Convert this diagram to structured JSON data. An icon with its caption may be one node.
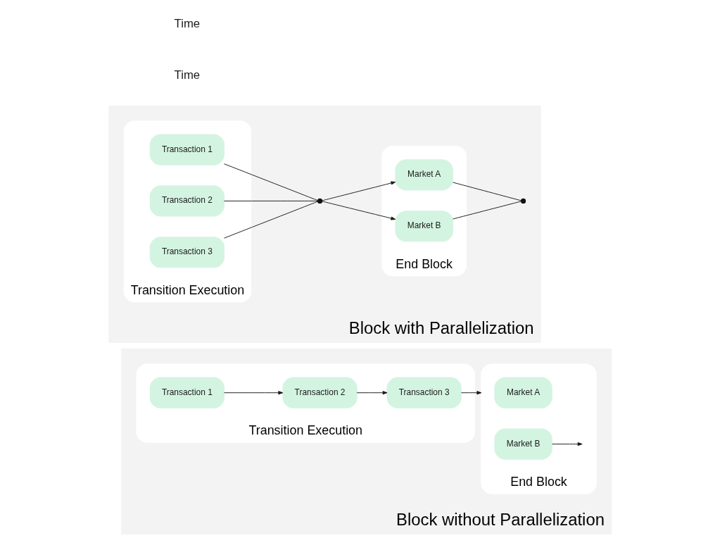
{
  "diagram": {
    "nodes": [
      {
        "text": [
          "Block without Parallelization"
        ]
      },
      {
        "text": [
          "Transition Execution"
        ],
        "in": 0
      },
      {
        "text": [
          "Transaction 1"
        ],
        "in": 1
      },
      {
        "text": [
          "Transaction 2"
        ],
        "in": 1
      },
      {
        "text": [
          "Transaction 3"
        ],
        "in": 1
      },
      {
        "text": [
          "End Block"
        ],
        "in": 0
      },
      {
        "text": [
          "Market A"
        ],
        "in": 5
      },
      {
        "text": [
          "Market B"
        ],
        "in": 5
      },
      {
        "text": [
          "Block with Parallelization"
        ]
      },
      {
        "text": [
          "Transition Execution"
        ],
        "in": 8
      },
      {
        "text": [
          "Transaction 1"
        ],
        "in": 9
      },
      {
        "text": [
          "Transaction 2"
        ],
        "in": 9
      },
      {
        "text": [
          "Transaction 3"
        ],
        "in": 9
      },
      {
        "text": [],
        "shape": "circle",
        "in": 8
      },
      {
        "text": [
          "End Block"
        ],
        "in": 8
      },
      {
        "text": [
          "Market A"
        ],
        "in": 14
      },
      {
        "text": [
          "Market B"
        ],
        "in": 14
      },
      {
        "text": [],
        "shape": "circle",
        "in": 8
      }
    ],
    "edges": [
      {
        "from": 2,
        "to": 3,
        "arrow": "to"
      },
      {
        "from": 3,
        "to": 4,
        "arrow": "to"
      },
      {
        "from": 4,
        "to": 5,
        "arrow": "to"
      },
      {
        "from": 7,
        "to": null,
        "arrow": "to"
      },
      {
        "from": 10,
        "to": 13,
        "arrow": "none"
      },
      {
        "from": 11,
        "to": 13,
        "arrow": "none"
      },
      {
        "from": 12,
        "to": 13,
        "arrow": "none"
      },
      {
        "from": 13,
        "to": 15,
        "arrow": "to"
      },
      {
        "from": 13,
        "to": 16,
        "arrow": "to"
      },
      {
        "from": 15,
        "to": 17,
        "arrow": "none"
      },
      {
        "from": 16,
        "to": 17,
        "arrow": "none"
      }
    ],
    "labels": [
      "Time",
      "Time"
    ]
  }
}
